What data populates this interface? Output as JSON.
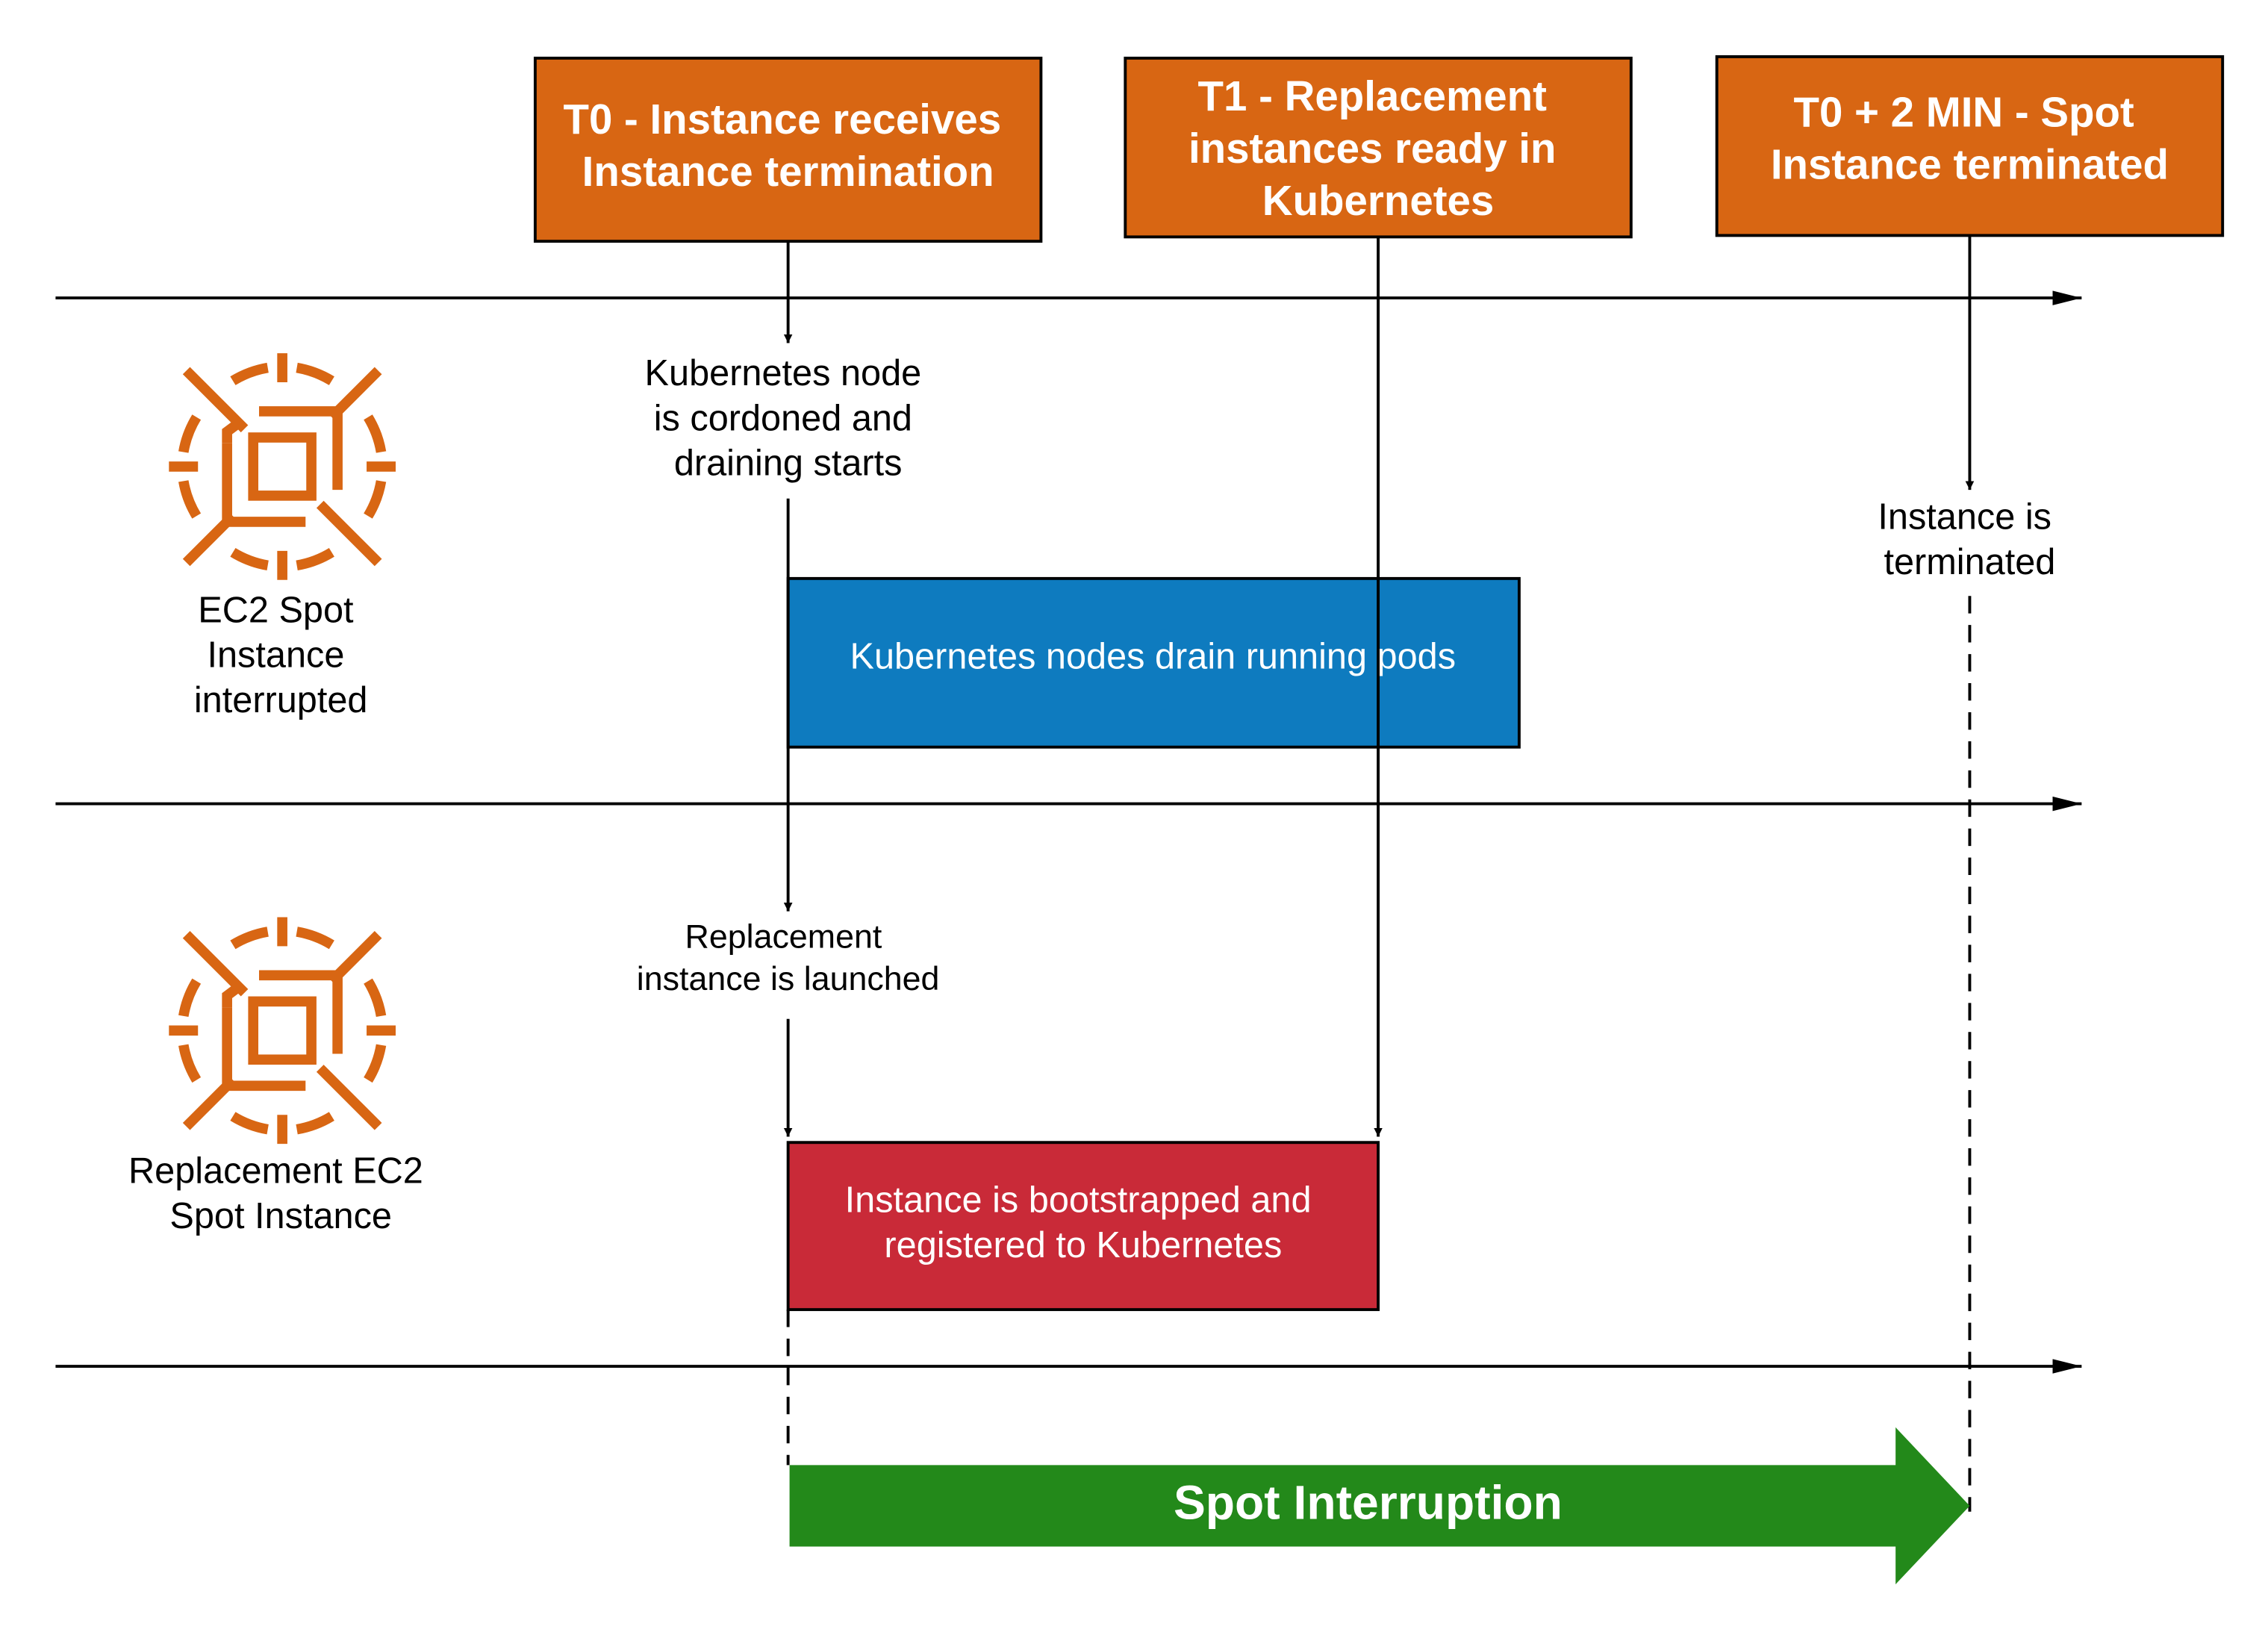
{
  "colors": {
    "orange": "#D86613",
    "blue": "#0E7BBF",
    "red": "#C92A38",
    "green": "#23891A",
    "line": "#000000",
    "white": "#ffffff"
  },
  "headers": {
    "t0": [
      "T0 - Instance receives",
      "Instance termination"
    ],
    "t1": [
      "T1 - Replacement",
      "instances ready in",
      "Kubernetes"
    ],
    "t2": [
      "T0 + 2 MIN - Spot",
      "Instance terminated"
    ]
  },
  "labels": {
    "cordoned": [
      "Kubernetes node",
      "is cordoned and",
      "draining starts"
    ],
    "terminated": [
      "Instance is",
      "terminated"
    ],
    "launched": [
      "Replacement",
      "instance is launched"
    ],
    "ec2_spot": [
      "EC2 Spot",
      "Instance",
      "interrupted"
    ],
    "replacement_ec2": [
      "Replacement EC2",
      "Spot Instance"
    ]
  },
  "bars": {
    "drain": [
      "Kubernetes nodes drain running pods"
    ],
    "bootstrap": [
      "Instance is bootstrapped and",
      "registered to Kubernetes"
    ]
  },
  "arrow": {
    "label": "Spot Interruption"
  },
  "icons": [
    "ec2-spot-instance-icon",
    "replacement-spot-instance-icon"
  ]
}
